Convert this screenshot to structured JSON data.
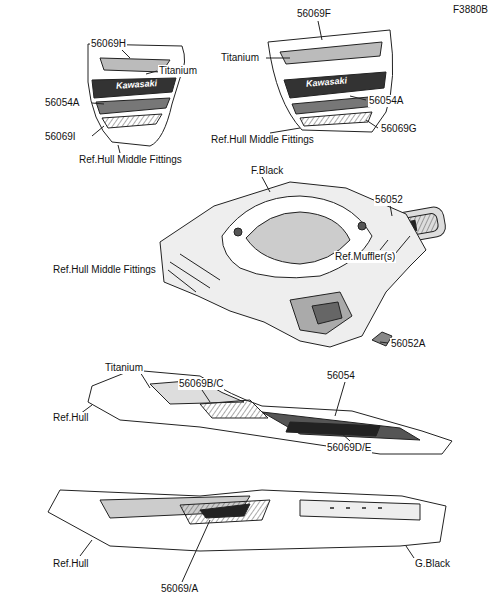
{
  "diagram": {
    "labels": [
      "F3880B",
      "56069H",
      "Titanium",
      "56054A",
      "Kawasaki",
      "56069I",
      "Ref.Hull Middle Fittings",
      "56069F",
      "Titanium",
      "Kawasaki",
      "56054A",
      "56069G",
      "Ref.Hull Middle Fittings",
      "56052",
      "Ref.Muffler(s)",
      "F.Black",
      "Ref.Hull Middle Fittings",
      "56052A",
      "Titanium",
      "56069B/C",
      "56054",
      "Ref.Hull",
      "56069D/E",
      "Ref.Hull",
      "G.Black",
      "56069/A"
    ]
  }
}
